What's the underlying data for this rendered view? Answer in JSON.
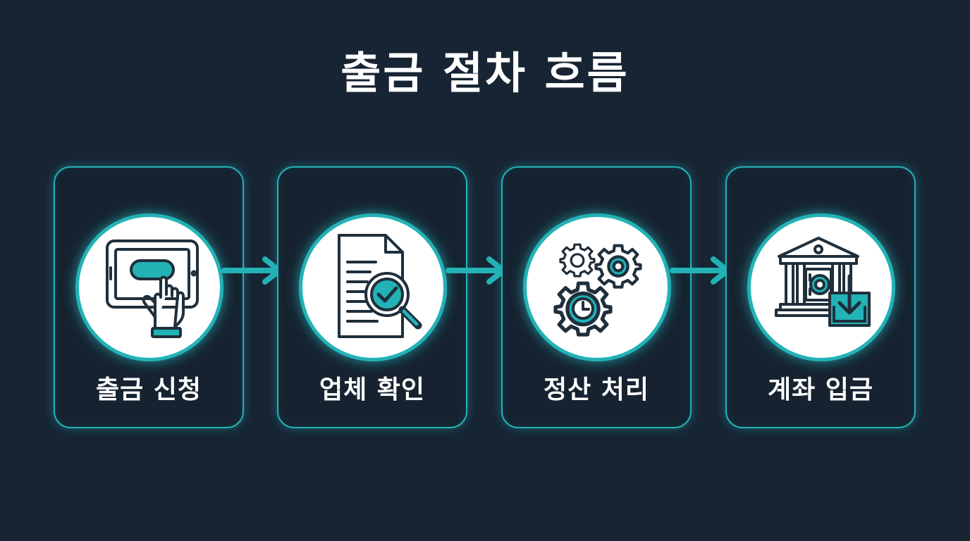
{
  "title": "출금 절차 흐름",
  "steps": [
    {
      "label": "출금 신청",
      "icon": "tablet-tap-icon"
    },
    {
      "label": "업체 확인",
      "icon": "document-magnifier-check-icon"
    },
    {
      "label": "정산 처리",
      "icon": "gears-clock-icon"
    },
    {
      "label": "계좌 입금",
      "icon": "bank-deposit-icon"
    }
  ],
  "colors": {
    "background": "#172433",
    "accent": "#23b2b6",
    "icon_stroke": "#1f2f3c",
    "text": "#ffffff"
  }
}
